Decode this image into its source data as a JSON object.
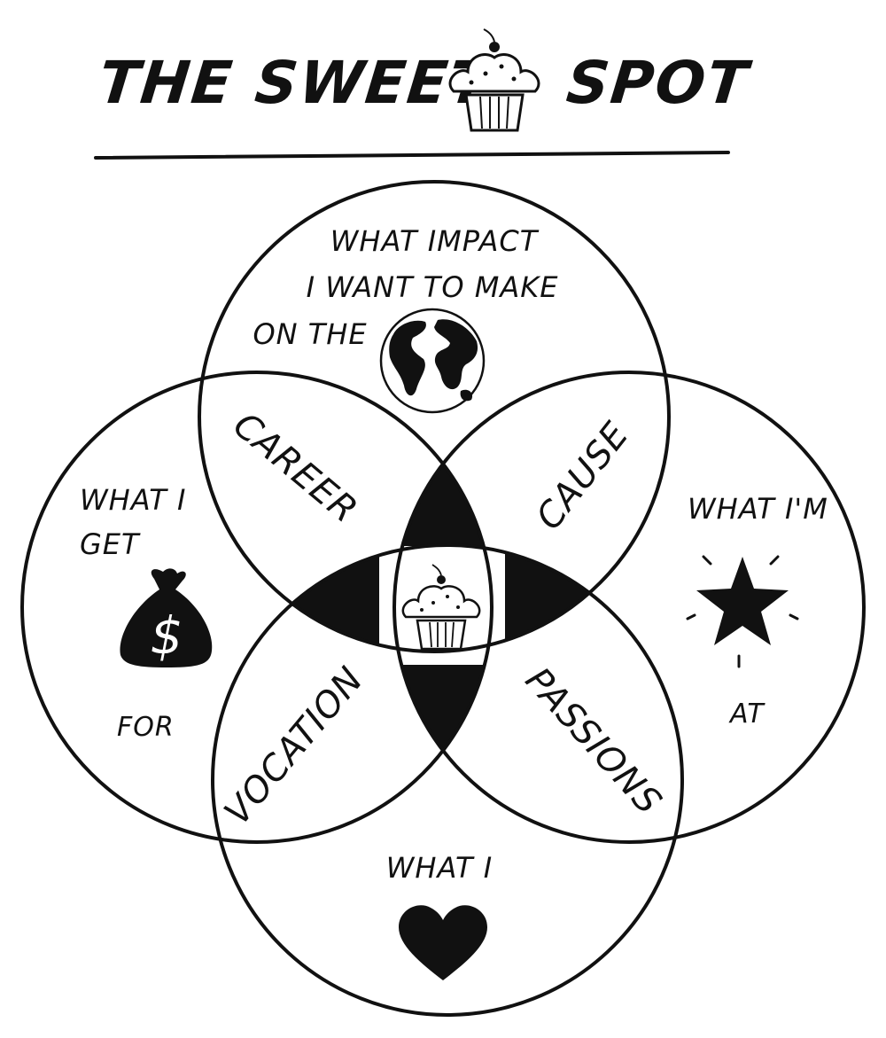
{
  "title": {
    "left": "THE SWEET",
    "right": "SPOT",
    "icon": "cupcake-icon"
  },
  "circles": {
    "top": {
      "lines": [
        "WHAT IMPACT",
        "I WANT TO MAKE",
        "ON THE"
      ],
      "icon": "globe-icon"
    },
    "left": {
      "lines": [
        "WHAT I",
        "GET",
        "FOR"
      ],
      "icon": "money-bag-icon"
    },
    "right": {
      "lines": [
        "WHAT I'M",
        "AT"
      ],
      "icon": "star-icon"
    },
    "bottom": {
      "lines": [
        "WHAT I"
      ],
      "icon": "heart-icon"
    }
  },
  "overlaps": {
    "career": "CAREER",
    "cause": "CAUSE",
    "vocation": "VOCATION",
    "passions": "PASSIONS"
  },
  "center_icon": "cupcake-icon",
  "colors": {
    "ink": "#111111",
    "paper": "#ffffff"
  }
}
